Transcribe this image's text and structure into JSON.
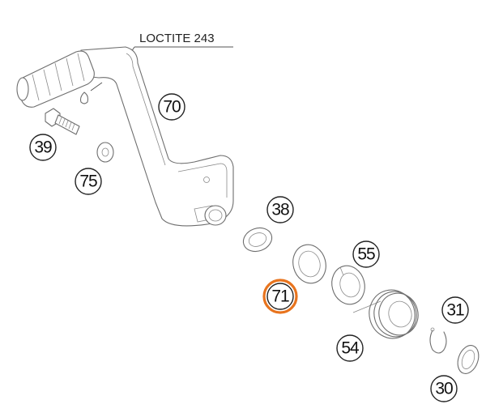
{
  "note": {
    "text": "LOCTITE 243"
  },
  "callouts": {
    "c70": "70",
    "c39": "39",
    "c75": "75",
    "c38": "38",
    "c55": "55",
    "c71": "71",
    "c31": "31",
    "c54": "54",
    "c30": "30"
  },
  "highlight": {
    "part": "71",
    "color": "#e8741e"
  }
}
